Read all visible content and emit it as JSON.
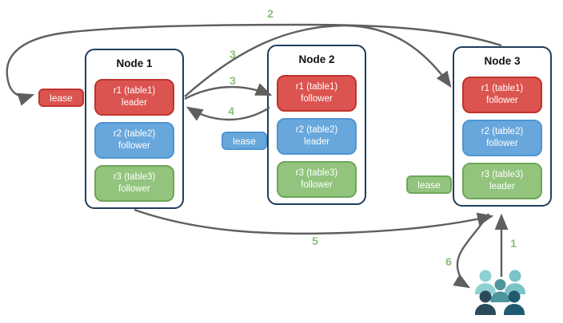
{
  "nodes": [
    {
      "title": "Node 1",
      "replicas": [
        {
          "range": "r1 (table1)",
          "role": "leader",
          "color": "red"
        },
        {
          "range": "r2 (table2)",
          "role": "follower",
          "color": "blue"
        },
        {
          "range": "r3 (table3)",
          "role": "follower",
          "color": "green"
        }
      ]
    },
    {
      "title": "Node 2",
      "replicas": [
        {
          "range": "r1 (table1)",
          "role": "follower",
          "color": "red"
        },
        {
          "range": "r2 (table2)",
          "role": "leader",
          "color": "blue"
        },
        {
          "range": "r3 (table3)",
          "role": "follower",
          "color": "green"
        }
      ]
    },
    {
      "title": "Node 3",
      "replicas": [
        {
          "range": "r1 (table1)",
          "role": "follower",
          "color": "red"
        },
        {
          "range": "r2 (table2)",
          "role": "follower",
          "color": "blue"
        },
        {
          "range": "r3 (table3)",
          "role": "leader",
          "color": "green"
        }
      ]
    }
  ],
  "leases": [
    {
      "label": "lease",
      "color": "red"
    },
    {
      "label": "lease",
      "color": "blue"
    },
    {
      "label": "lease",
      "color": "green"
    }
  ],
  "steps": {
    "s1": "1",
    "s2": "2",
    "s3a": "3",
    "s3b": "3",
    "s4": "4",
    "s5": "5",
    "s6": "6"
  },
  "icons": {
    "users": "users-group-icon"
  },
  "colors": {
    "replica_red": "#db5450",
    "replica_red_border": "#c0342e",
    "replica_blue": "#68a7dc",
    "replica_blue_border": "#4f94d4",
    "replica_green": "#93c47d",
    "replica_green_border": "#6fa558",
    "node_border": "#1e3d5c",
    "arrow": "#5f5f5f",
    "step_label": "#8cc07a",
    "people_light_teal": "#8fd0d2",
    "people_teal": "#7cc3c9",
    "people_mid_teal": "#4e949c",
    "people_dark_slate": "#2b4a59",
    "people_dark_blue": "#1f5a70"
  }
}
